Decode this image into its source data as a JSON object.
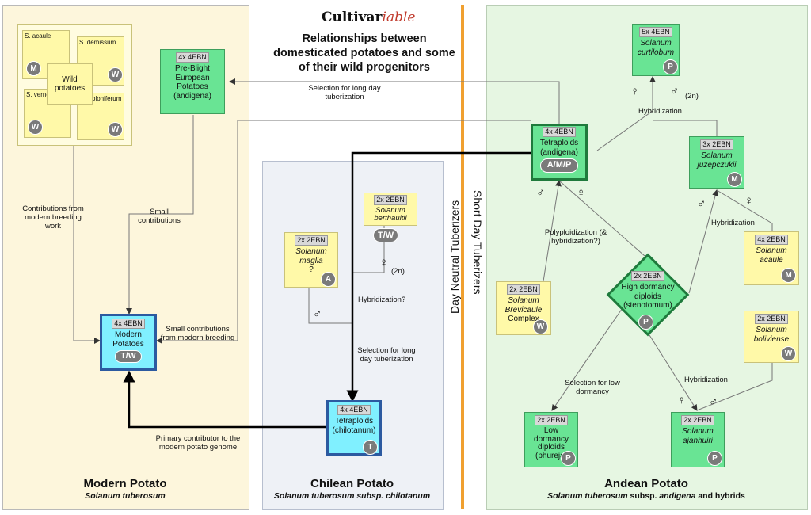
{
  "header": {
    "logo_main": "Cultivar",
    "logo_accent": "iable",
    "title": "Relationships between domesticated potatoes and some of their wild progenitors"
  },
  "regions": {
    "modern": {
      "title": "Modern Potato",
      "subtitle": "Solanum tuberosum"
    },
    "chilean": {
      "title": "Chilean Potato",
      "subtitle": "Solanum tuberosum subsp. chilotanum"
    },
    "andean": {
      "title": "Andean Potato",
      "subtitle_italic": "Solanum tuberosum",
      "subtitle_mid": " subsp. ",
      "subtitle_italic2": "andigena",
      "subtitle_end": " and hybrids"
    }
  },
  "divider": {
    "left_label": "Day Neutral Tuberizers",
    "right_label": "Short Day Tuberizers"
  },
  "wild_cluster": {
    "center": "Wild potatoes",
    "items": [
      {
        "name": "S. acaule",
        "badge": "M"
      },
      {
        "name": "S. demissum",
        "badge": "W"
      },
      {
        "name": "S. vernei",
        "badge": "W"
      },
      {
        "name": "S. stoloniferum",
        "badge": "W"
      }
    ]
  },
  "nodes": {
    "preblight": {
      "ebn": "4x 4EBN",
      "name": "Pre-Blight European Potatoes (andigena)"
    },
    "modern": {
      "ebn": "4x 4EBN",
      "name": "Modern Potatoes",
      "badge": "T/W"
    },
    "maglia": {
      "ebn": "2x 2EBN",
      "name": "Solanum maglia",
      "extra": "?",
      "badge": "A"
    },
    "berthaultii": {
      "ebn": "2x 2EBN",
      "name": "Solanum berthaultii",
      "badge": "T/W"
    },
    "chilotanum": {
      "ebn": "4x 4EBN",
      "name": "Tetraploids (chilotanum)",
      "badge": "T"
    },
    "andigena": {
      "ebn": "4x 4EBN",
      "name": "Tetraploids (andigena)",
      "badge": "A/M/P"
    },
    "curtilobum": {
      "ebn": "5x 4EBN",
      "name": "Solanum curtilobum",
      "badge": "P"
    },
    "juzepczukii": {
      "ebn": "3x 2EBN",
      "name": "Solanum juzepczukii",
      "badge": "M"
    },
    "acaule": {
      "ebn": "4x 2EBN",
      "name": "Solanum acaule",
      "badge": "M"
    },
    "brevicaule": {
      "ebn": "2x 2EBN",
      "name": "Solanum Brevicaule",
      "extra": "Complex",
      "badge": "W"
    },
    "stenotomum": {
      "ebn": "2x 2EBN",
      "name": "High dormancy diploids (stenotomum)",
      "badge": "P"
    },
    "boliviense": {
      "ebn": "2x 2EBN",
      "name": "Solanum boliviense",
      "badge": "W"
    },
    "phureja": {
      "ebn": "2x 2EBN",
      "name": "Low dormancy diploids (phureja)",
      "badge": "P"
    },
    "ajanhuiri": {
      "ebn": "2x 2EBN",
      "name": "Solanum ajanhuiri",
      "badge": "P"
    }
  },
  "labels": {
    "contrib_modern": "Contributions from modern breeding work",
    "small_contrib": "Small contributions",
    "small_contrib_modern": "Small contributions from modern breeding",
    "primary": "Primary contributor to the modern potato genome",
    "sel_long_day_top": "Selection for long day tuberization",
    "sel_long_day_chile": "Selection for long day tuberization",
    "hybridization_q": "Hybridization?",
    "two_n_a": "(2n)",
    "two_n_b": "(2n)",
    "hyb_top": "Hybridization",
    "hyb_right": "Hybridization",
    "hyb_bottom": "Hybridization",
    "polyploidization": "Polyploidization (& hybridization?)",
    "sel_low_dormancy": "Selection for low dormancy"
  },
  "symbols": {
    "female": "♀",
    "male": "♂"
  }
}
